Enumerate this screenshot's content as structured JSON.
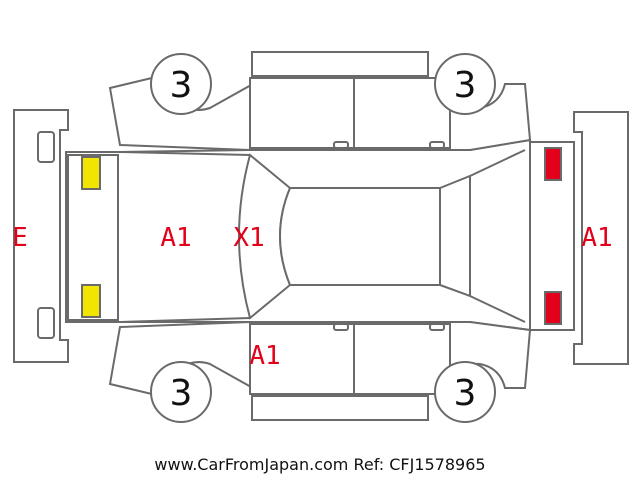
{
  "diagram": {
    "colors": {
      "outline": "#6a6a6a",
      "damage_text": "#e3001b",
      "front_light": "#f2e600",
      "rear_light": "#e3001b"
    },
    "wheels": {
      "front_left": "3",
      "rear_left": "3",
      "front_right": "3",
      "rear_right": "3"
    },
    "marks": {
      "front_bumper": "E",
      "hood": "A1",
      "windshield": "X1",
      "right_front_door": "A1",
      "rear_bumper": "A1"
    }
  },
  "footer": {
    "text": "www.CarFromJapan.com Ref: CFJ1578965"
  }
}
